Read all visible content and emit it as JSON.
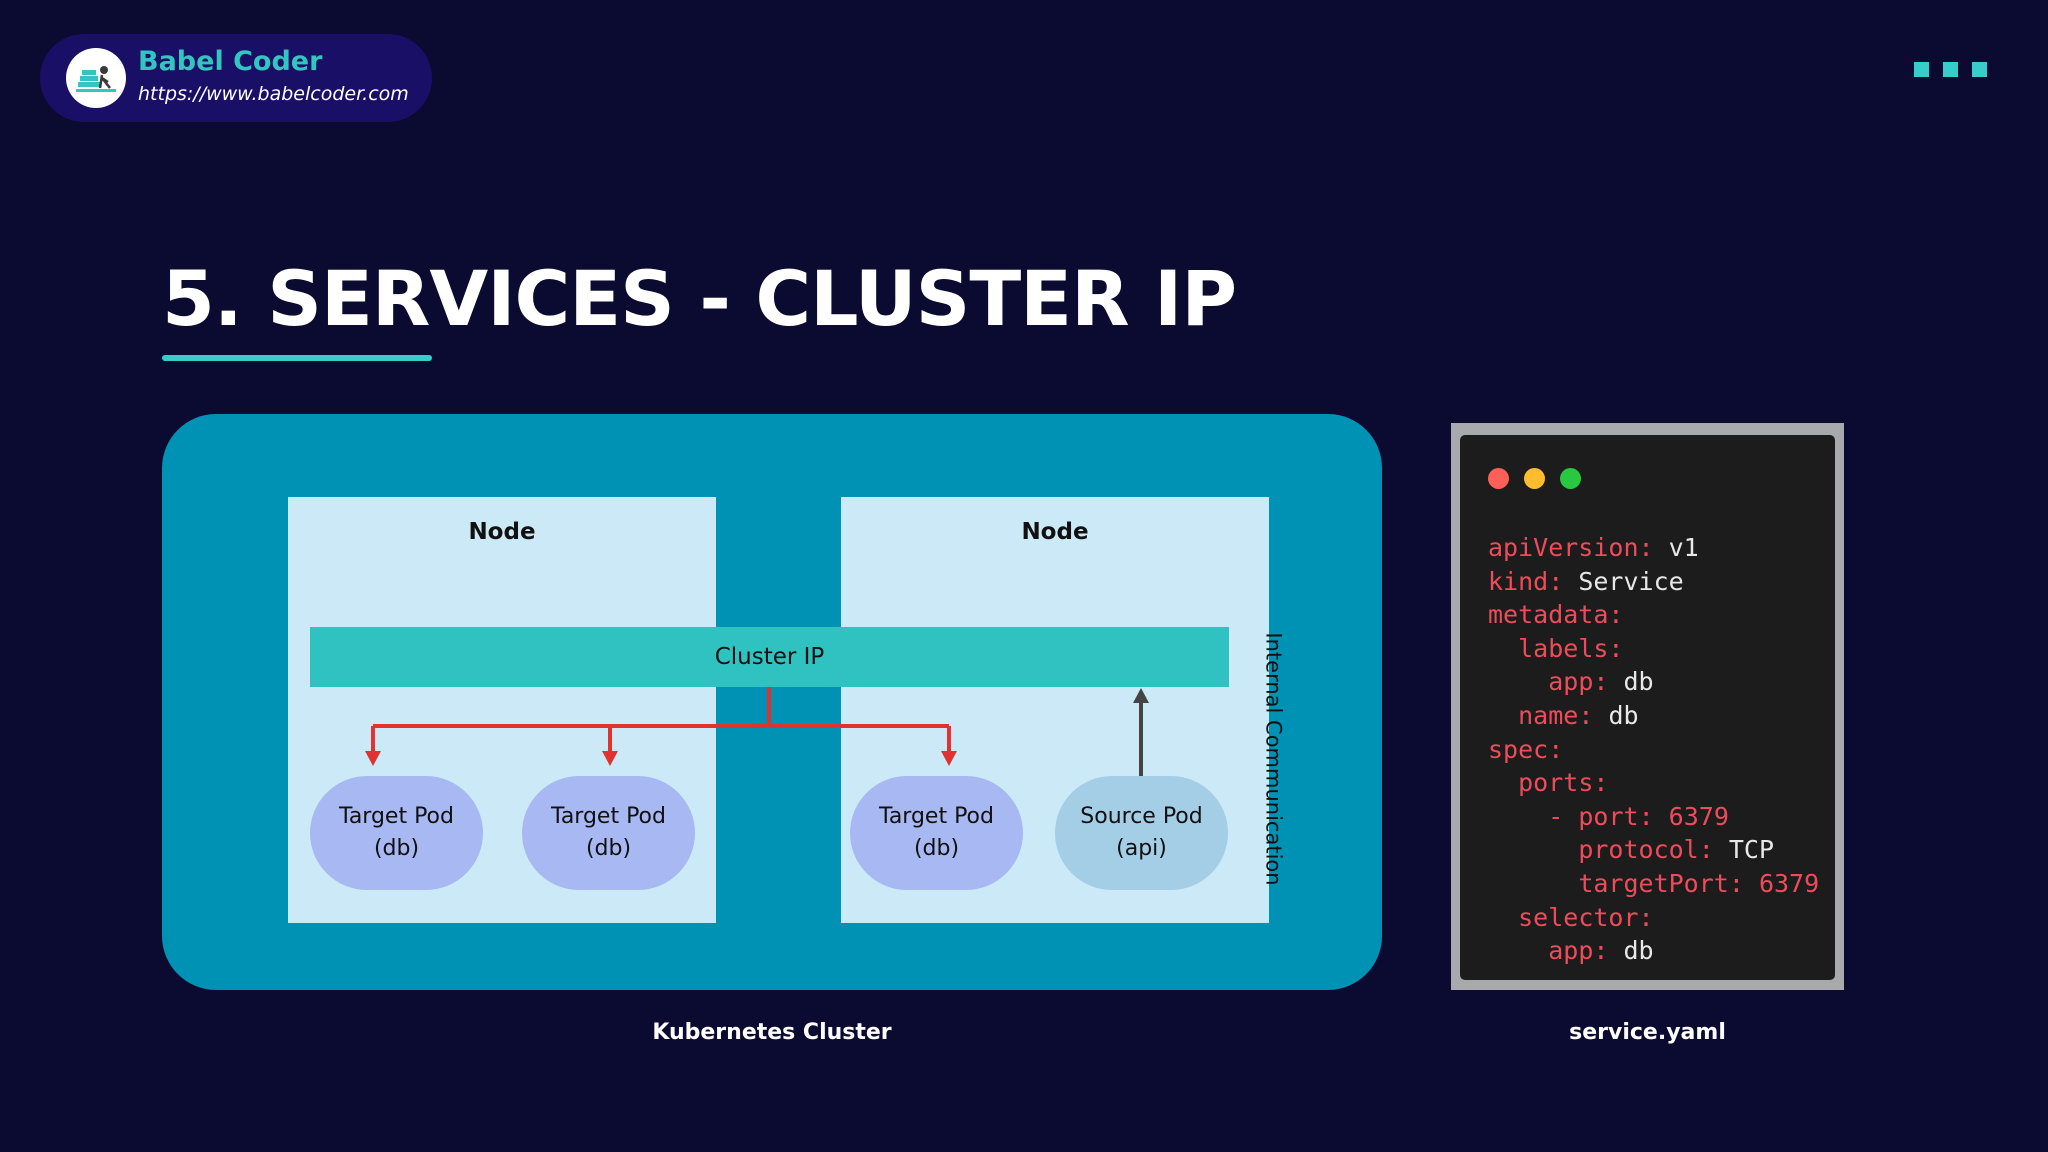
{
  "brand": {
    "name": "Babel Coder",
    "url": "https://www.babelcoder.com"
  },
  "slide": {
    "title": "5. SERVICES - CLUSTER IP"
  },
  "diagram": {
    "nodes": [
      {
        "label": "Node"
      },
      {
        "label": "Node"
      }
    ],
    "cluster_ip_label": "Cluster IP",
    "pods": [
      {
        "name": "Target Pod",
        "app": "(db)"
      },
      {
        "name": "Target Pod",
        "app": "(db)"
      },
      {
        "name": "Target Pod",
        "app": "(db)"
      },
      {
        "name": "Source Pod",
        "app": "(api)"
      }
    ],
    "internal_label": "Internal Communication",
    "caption": "Kubernetes Cluster",
    "colors": {
      "arrow_red": "#e0322f",
      "arrow_dark": "#444444"
    }
  },
  "code_panel": {
    "caption": "service.yaml",
    "lines": [
      {
        "indent": "",
        "key": "apiVersion",
        "value": "v1"
      },
      {
        "indent": "",
        "key": "kind",
        "value": "Service"
      },
      {
        "indent": "",
        "key": "metadata",
        "value": ""
      },
      {
        "indent": "  ",
        "key": "labels",
        "value": ""
      },
      {
        "indent": "    ",
        "key": "app",
        "value": "db"
      },
      {
        "indent": "  ",
        "key": "name",
        "value": "db"
      },
      {
        "indent": "",
        "key": "spec",
        "value": ""
      },
      {
        "indent": "  ",
        "key": "ports",
        "value": ""
      },
      {
        "indent": "    - ",
        "key": "port",
        "value": "6379"
      },
      {
        "indent": "      ",
        "key": "protocol",
        "value": "TCP"
      },
      {
        "indent": "      ",
        "key": "targetPort",
        "value": "6379"
      },
      {
        "indent": "  ",
        "key": "selector",
        "value": ""
      },
      {
        "indent": "    ",
        "key": "app",
        "value": "db"
      }
    ]
  }
}
